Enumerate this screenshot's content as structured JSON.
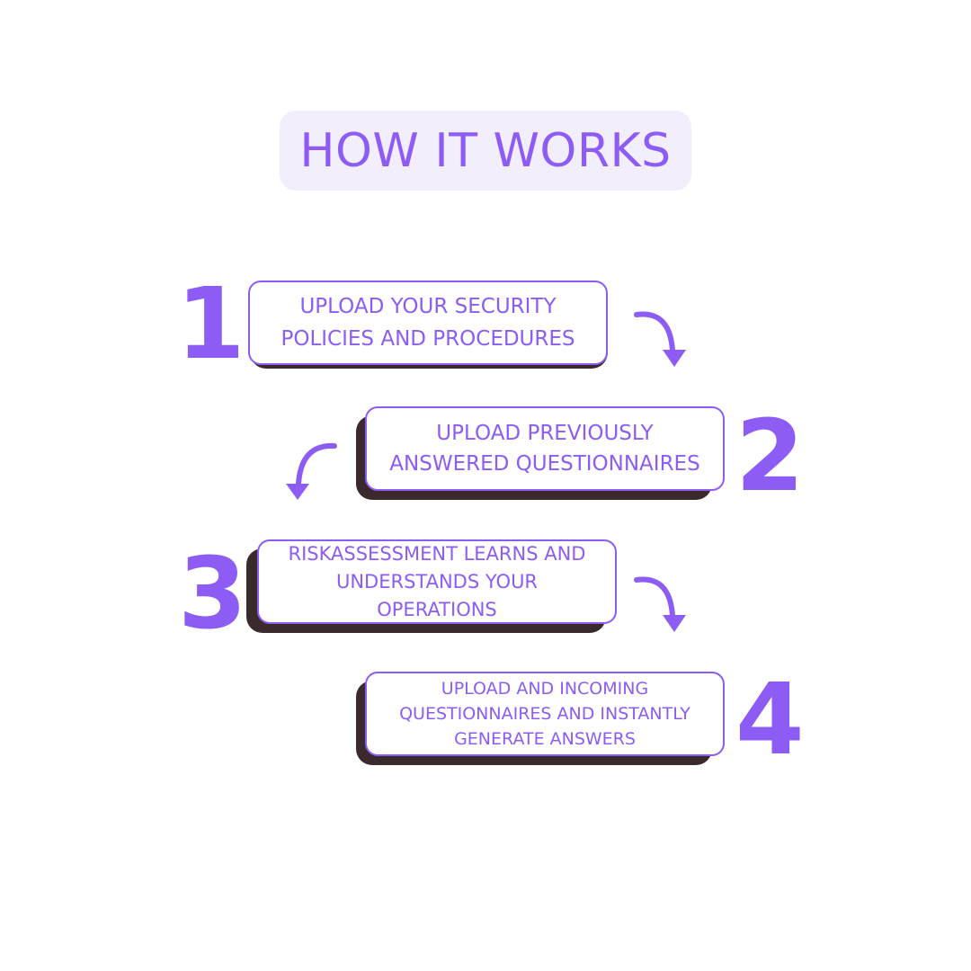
{
  "title": "HOW IT WORKS",
  "colors": {
    "accent": "#8c5cf5",
    "pill_bg": "#f3eefc",
    "shadow": "#3a2a2c",
    "background": "#ffffff"
  },
  "steps": [
    {
      "number": "1",
      "text": "UPLOAD YOUR SECURITY\nPOLICIES AND PROCEDURES"
    },
    {
      "number": "2",
      "text": "UPLOAD PREVIOUSLY\nANSWERED QUESTIONNAIRES"
    },
    {
      "number": "3",
      "text": "RISKASSESSMENT LEARNS AND\nUNDERSTANDS YOUR\nOPERATIONS"
    },
    {
      "number": "4",
      "text": "UPLOAD AND INCOMING\nQUESTIONNAIRES AND INSTANTLY\nGENERATE ANSWERS"
    }
  ],
  "arrows": [
    "curved-arrow-down-right-icon",
    "curved-arrow-down-left-icon",
    "curved-arrow-down-right-icon"
  ]
}
